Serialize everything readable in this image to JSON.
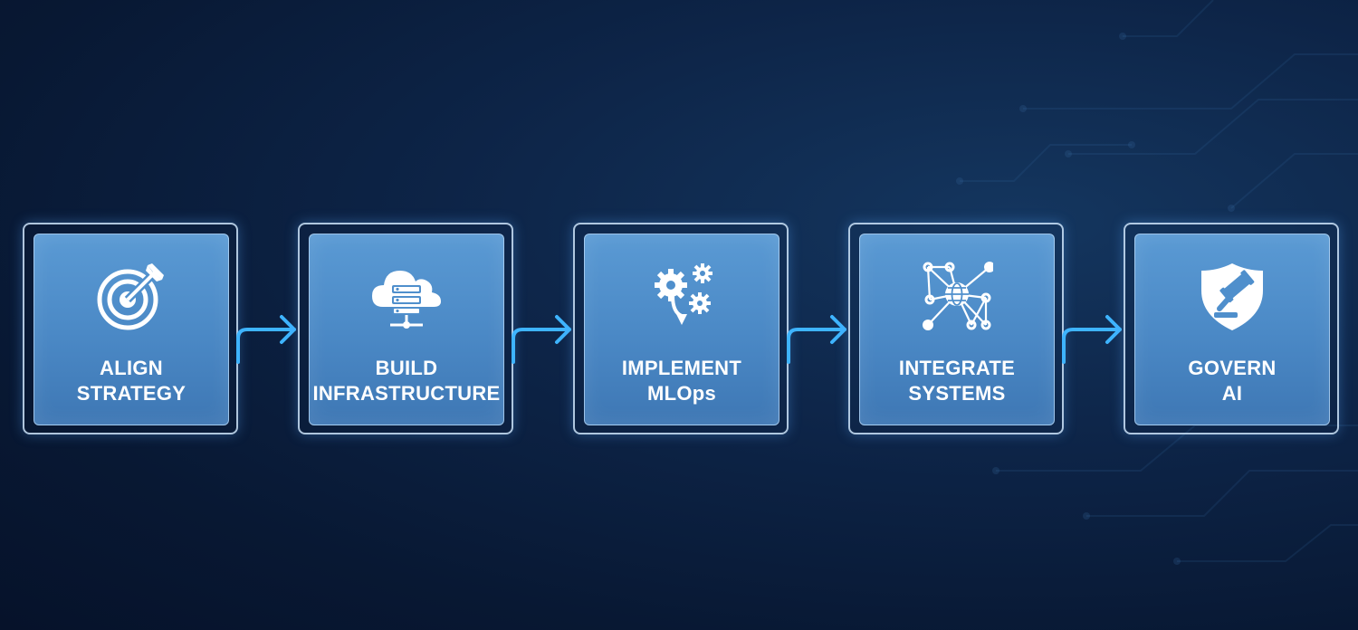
{
  "steps": [
    {
      "line1": "ALIGN",
      "line2": "STRATEGY",
      "icon": "target-icon"
    },
    {
      "line1": "BUILD",
      "line2": "INFRASTRUCTURE",
      "icon": "cloud-server-icon"
    },
    {
      "line1": "IMPLEMENT",
      "line2": "MLOps",
      "icon": "gears-icon"
    },
    {
      "line1": "INTEGRATE",
      "line2": "SYSTEMS",
      "icon": "network-globe-icon"
    },
    {
      "line1": "GOVERN",
      "line2": "AI",
      "icon": "shield-gavel-icon"
    }
  ],
  "colors": {
    "background": "#0b1f3f",
    "box_fill": "#4f8fcc",
    "arrow": "#3eb4ff",
    "text": "#ffffff"
  }
}
